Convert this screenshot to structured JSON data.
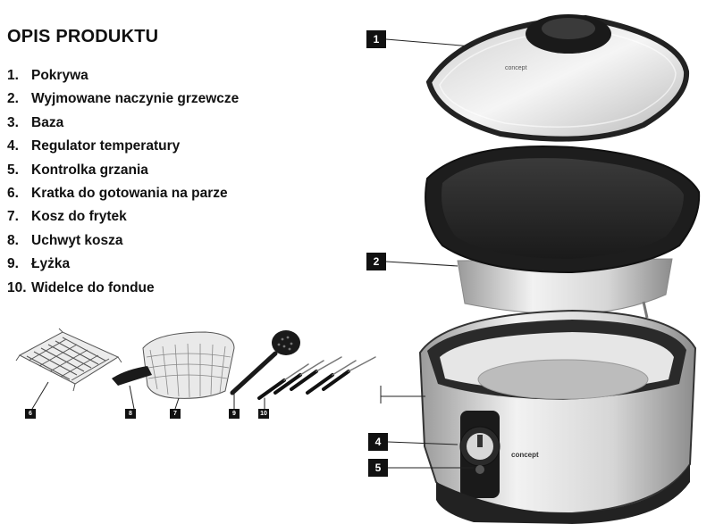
{
  "title": "OPIS PRODUKTU",
  "parts": [
    {
      "num": "1.",
      "label": "Pokrywa"
    },
    {
      "num": "2.",
      "label": "Wyjmowane naczynie grzewcze"
    },
    {
      "num": "3.",
      "label": "Baza"
    },
    {
      "num": "4.",
      "label": "Regulator temperatury"
    },
    {
      "num": "5.",
      "label": "Kontrolka grzania"
    },
    {
      "num": "6.",
      "label": "Kratka do gotowania na parze"
    },
    {
      "num": "7.",
      "label": "Kosz do frytek"
    },
    {
      "num": "8.",
      "label": "Uchwyt kosza"
    },
    {
      "num": "9.",
      "label": "Łyżka"
    },
    {
      "num": "10.",
      "label": "Widelce do fondue"
    }
  ],
  "callouts": {
    "c1": "1",
    "c2": "2",
    "c4": "4",
    "c5": "5",
    "c6": "6",
    "c7": "7",
    "c8": "8",
    "c9": "9",
    "c10": "10"
  },
  "brand": {
    "logo": "concept"
  },
  "colors": {
    "text": "#111111",
    "tag_bg": "#111111",
    "tag_text": "#ffffff",
    "metal": "#cfcfcf",
    "rim": "#2a2a2a"
  }
}
